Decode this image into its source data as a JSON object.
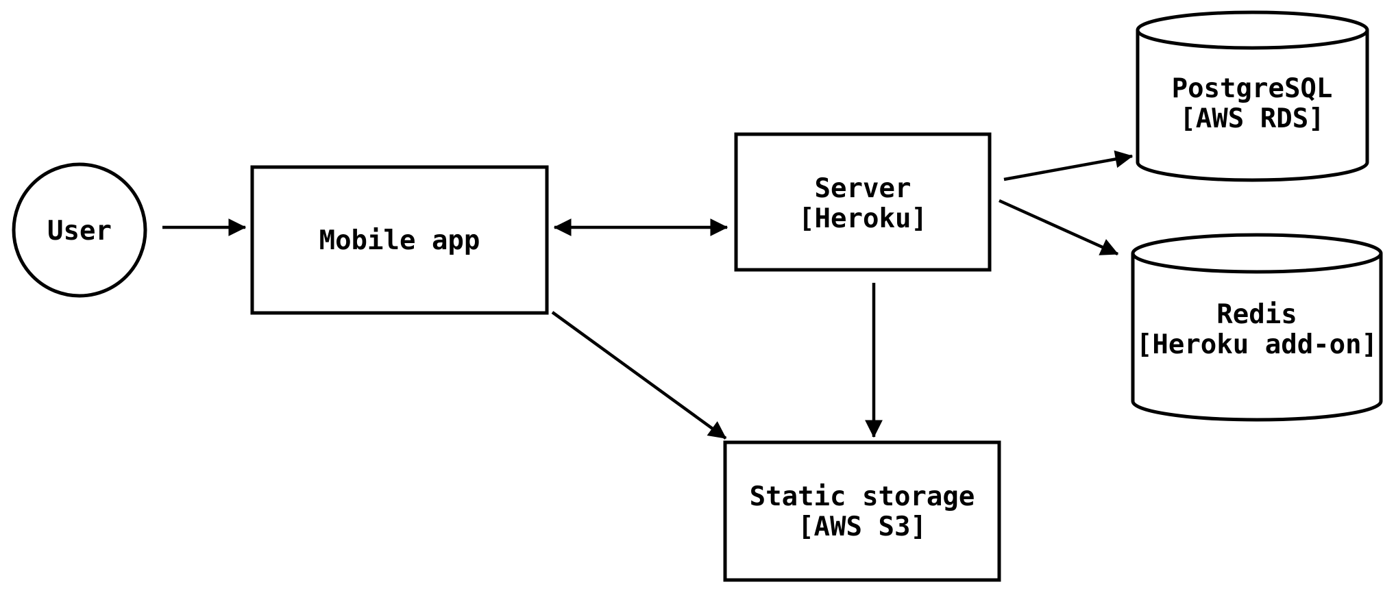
{
  "diagram": {
    "background_color": "#ffffff",
    "line_color": "#000000",
    "nodes": {
      "user": {
        "label": "User",
        "shape": "circle"
      },
      "mobile_app": {
        "label": "Mobile app",
        "shape": "rectangle"
      },
      "server": {
        "label": "Server",
        "sublabel": "[Heroku]",
        "shape": "rectangle"
      },
      "postgresql": {
        "label": "PostgreSQL",
        "sublabel": "[AWS RDS]",
        "shape": "cylinder"
      },
      "redis": {
        "label": "Redis",
        "sublabel": "[Heroku add-on]",
        "shape": "cylinder"
      },
      "static_storage": {
        "label": "Static storage",
        "sublabel": "[AWS S3]",
        "shape": "rectangle"
      }
    },
    "edges": [
      {
        "from": "User",
        "to": "Mobile app",
        "arrow": "one-way"
      },
      {
        "from": "Mobile app",
        "to": "Server [Heroku]",
        "arrow": "two-way"
      },
      {
        "from": "Server [Heroku]",
        "to": "PostgreSQL [AWS RDS]",
        "arrow": "one-way"
      },
      {
        "from": "Server [Heroku]",
        "to": "Redis [Heroku add-on]",
        "arrow": "one-way"
      },
      {
        "from": "Server [Heroku]",
        "to": "Static storage [AWS S3]",
        "arrow": "one-way"
      },
      {
        "from": "Mobile app",
        "to": "Static storage [AWS S3]",
        "arrow": "one-way"
      }
    ]
  }
}
